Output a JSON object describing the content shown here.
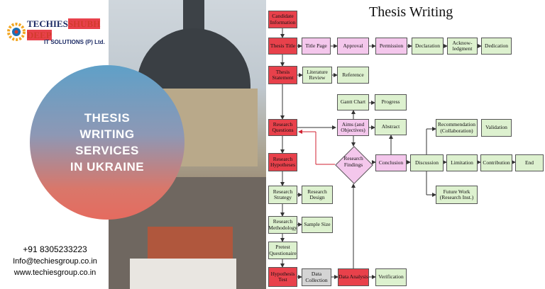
{
  "brand": {
    "logo_line1_part1": "TECHIES",
    "logo_line1_part2": "SHUBH DEEP",
    "logo_line2": "IT SOLUTIONS (P) Ltd."
  },
  "headline": {
    "line1": "THESIS",
    "line2": "WRITING",
    "line3": "SERVICES",
    "line4": "IN UKRAINE"
  },
  "contact": {
    "phone": "+91 8305233223",
    "email": "Info@techiesgroup.co.in",
    "website": "www.techiesgroup.co.in"
  },
  "diagram": {
    "title": "Thesis Writing",
    "nodes": {
      "candidate": "Candidate Information",
      "thesis_title": "Thesis Title",
      "title_page": "Title Page",
      "approval": "Approval",
      "permission": "Permission",
      "declaration": "Declaration",
      "acknowledgment": "Acknow-ledgment",
      "dedication": "Dedication",
      "thesis_statement": "Thesis Statement",
      "literature_review": "Literature Review",
      "reference": "Reference",
      "gantt_chart": "Gantt Chart",
      "progress": "Progress",
      "research_questions": "Research Questions",
      "aims": "Aims (and Objectives)",
      "abstract": "Abstract",
      "recommendation": "Recommendation (Collaboration)",
      "validation": "Validation",
      "research_hypotheses": "Research Hypotheses",
      "research_findings": "Research Findings",
      "conclusion": "Conclusion",
      "discussion": "Discussion",
      "limitation": "Limitation",
      "contribution": "Contribution",
      "end": "End",
      "research_strategy": "Research Strategy",
      "research_design": "Research Design",
      "future_work": "Future Work (Research Inst.)",
      "research_methodology": "Research Methodology",
      "sample_size": "Sample Size",
      "pretest": "Pretest Questionaire",
      "hypothesis_test": "Hypothesis Test",
      "data_collection": "Data Collection",
      "data_analysis": "Data Analysis",
      "verification": "Verification"
    }
  },
  "colors": {
    "red_node": "#e8414b",
    "pink_node": "#f4c7ec",
    "green_node": "#ddf1cf",
    "grey_node": "#d4d4d4"
  }
}
